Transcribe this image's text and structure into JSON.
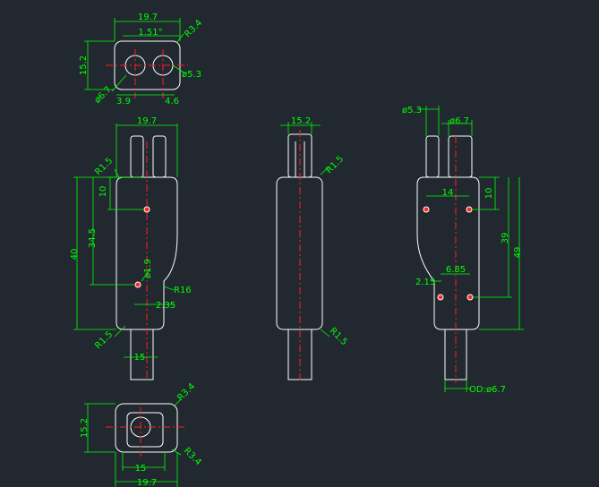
{
  "colors": {
    "background": "#212830",
    "outline": "#ffffff",
    "dimension": "#00ff00",
    "centerline": "#ff1e1e"
  },
  "top_view": {
    "width": "19.7",
    "pin_pitch": "1.51°",
    "radius": "R3.4",
    "height": "15.2",
    "hole_dia": "ø5.3",
    "cable_dia": "ø6.7",
    "offset_left": "3.9",
    "offset_right": "4.6"
  },
  "front_view": {
    "width": "19.7",
    "corner_radius": "R1.5",
    "pin_offset": "10",
    "length_34": "34.5",
    "length_total": "40",
    "pin_dia": "ø1.9",
    "side_radius": "R16",
    "step": "2.35",
    "bottom_radius": "R1.5",
    "cable_width": "15"
  },
  "side_view": {
    "width": "15.2",
    "top_radius": "R1.5",
    "bottom_radius": "R1.5"
  },
  "right_view": {
    "pin_dia": "ø5.3",
    "cable_dia": "ø6.7",
    "pin_spacing": "14",
    "pin_offset": "10",
    "spacing_lower": "6.85",
    "offset_lower": "2.15",
    "length_39": "39",
    "length_49": "49",
    "od": "OD:ø6.7"
  },
  "bottom_view": {
    "radius_top": "R3.4",
    "height": "15.2",
    "radius_bottom": "R3.4",
    "inner_width": "15",
    "width": "19.7"
  }
}
